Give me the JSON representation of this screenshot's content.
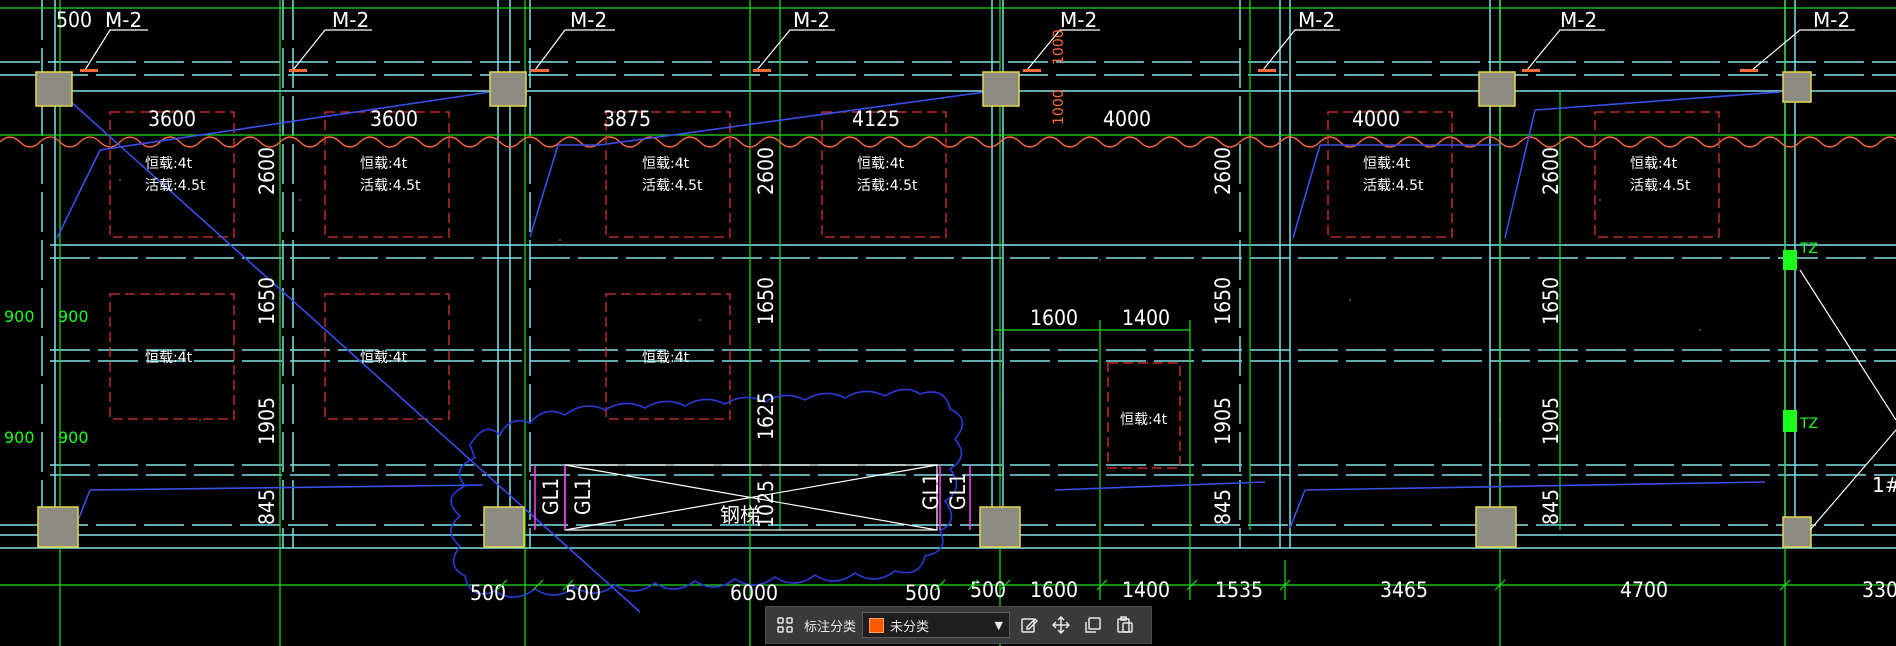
{
  "drawing": {
    "door_label": "M-2",
    "top_dims": [
      "500",
      "3600",
      "3600",
      "3875",
      "4125",
      "4000",
      "4000"
    ],
    "top_right_dim": "1000",
    "vert_dims_a": [
      "2600",
      "2600",
      "2600",
      "2600"
    ],
    "vert_dims_b": [
      "1650",
      "1650",
      "1650",
      "1650"
    ],
    "vert_dims_c": [
      "1905",
      "1625",
      "1905",
      "1905"
    ],
    "vert_dims_d": [
      "845",
      "1025",
      "845",
      "845"
    ],
    "left_dims": [
      "900",
      "900",
      "900",
      "900"
    ],
    "mid_dims": [
      "1600",
      "1400"
    ],
    "bottom_dims": [
      "500",
      "500",
      "6000",
      "500",
      "500",
      "1600",
      "1400",
      "1535",
      "3465",
      "4700",
      "330"
    ],
    "load_dead": "恒载:4t",
    "load_live": "活载:4.5t",
    "stair_label": "钢梯",
    "lintel": "GL1",
    "tz_label": "TZ",
    "side_label": "1#",
    "gl_partial": "GL1"
  },
  "toolbar": {
    "grid_icon": "grid-icon",
    "label": "标注分类",
    "select_value": "未分类",
    "swatch_color": "#ff5a00",
    "icons": [
      "edit-icon",
      "move-icon",
      "copy-icon",
      "paste-icon"
    ]
  }
}
